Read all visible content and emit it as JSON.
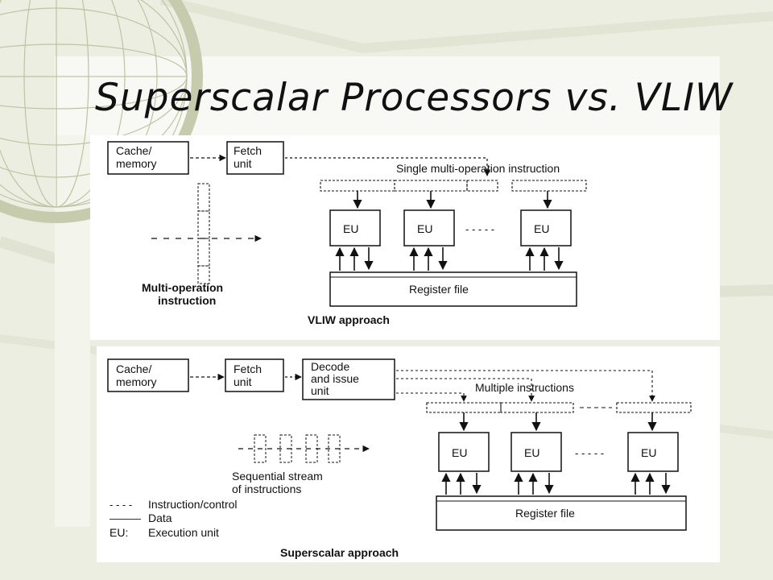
{
  "slide": {
    "title": "Superscalar Processors vs. VLIW"
  },
  "vliw": {
    "cache_line1": "Cache/",
    "cache_line2": "memory",
    "fetch_line1": "Fetch",
    "fetch_line2": "unit",
    "single_instruction_label": "Single multi-operation instruction",
    "eu_labels": [
      "EU",
      "EU",
      "EU"
    ],
    "eu_ellipsis": "- - - - -",
    "register_file": "Register file",
    "multi_op_line1": "Multi-operation",
    "multi_op_line2": "instruction",
    "caption": "VLIW approach"
  },
  "superscalar": {
    "cache_line1": "Cache/",
    "cache_line2": "memory",
    "fetch_line1": "Fetch",
    "fetch_line2": "unit",
    "decode_line1": "Decode",
    "decode_line2": "and issue",
    "decode_line3": "unit",
    "multiple_label": "Multiple instructions",
    "eu_labels": [
      "EU",
      "EU",
      "EU"
    ],
    "eu_ellipsis": "- - - - -",
    "register_file": "Register file",
    "stream_line1": "Sequential stream",
    "stream_line2": "of instructions",
    "caption": "Superscalar approach"
  },
  "legend": {
    "instruction_key": "- - - -",
    "instruction_text": "Instruction/control",
    "data_key": "———",
    "data_text": "Data",
    "eu_key": "EU:",
    "eu_text": "Execution unit"
  }
}
